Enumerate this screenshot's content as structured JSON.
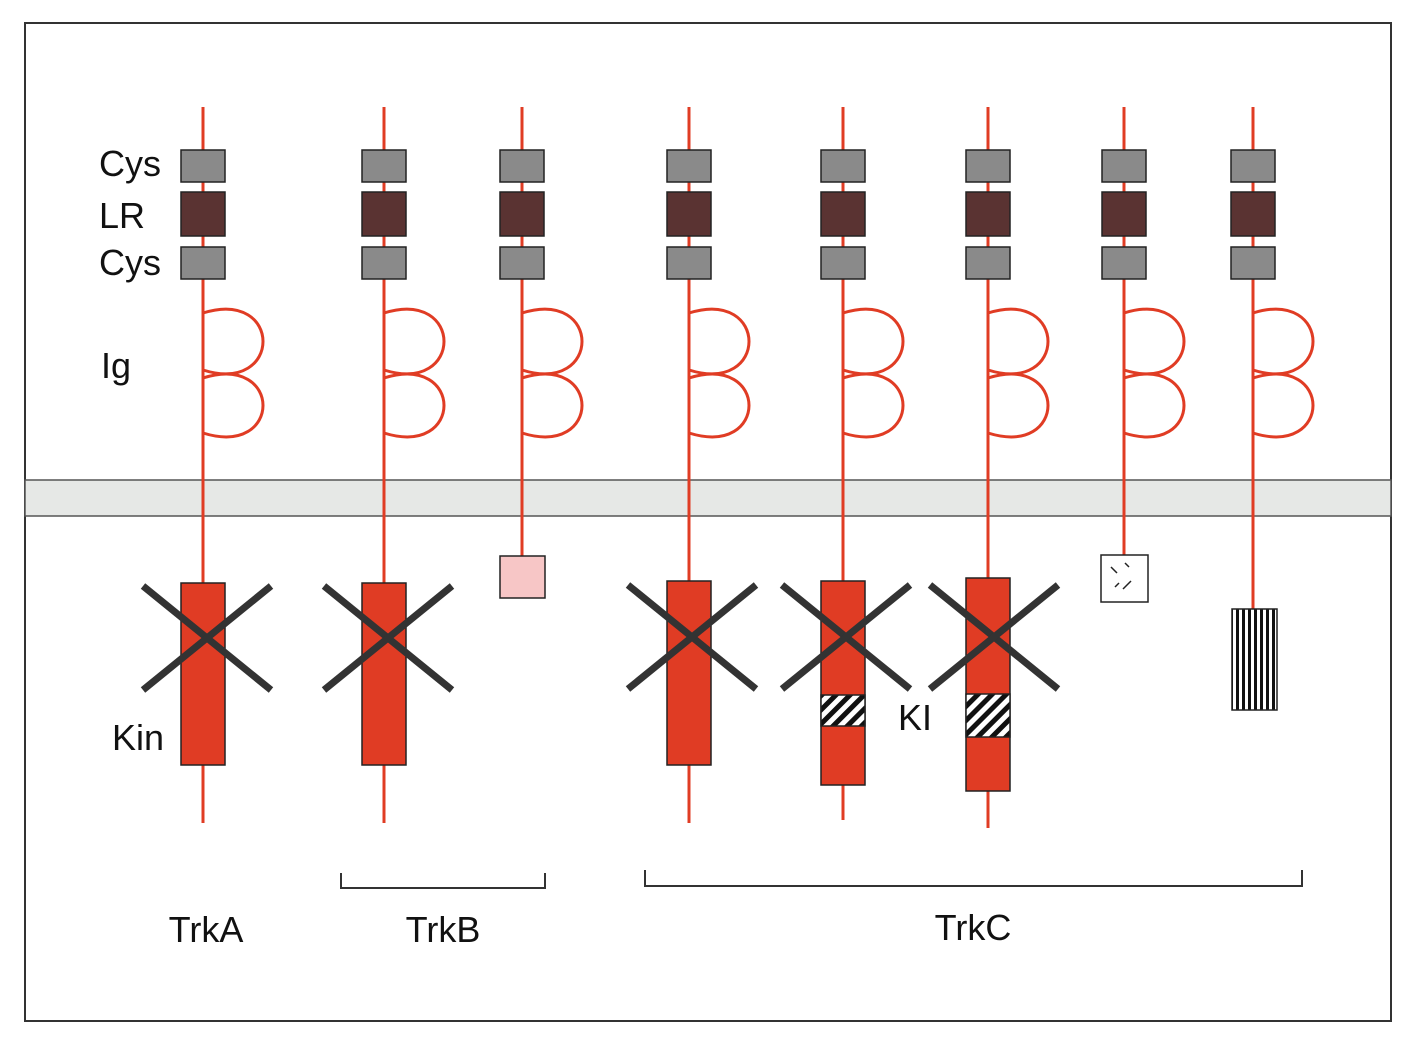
{
  "colors": {
    "stem": "#e03c24",
    "cys": "#8a8a8a",
    "lr": "#5a3332",
    "kinase": "#e03c24",
    "membrane": "#e6e8e6",
    "cross": "#333333",
    "pink": "#f7c6c6"
  },
  "domain_labels": {
    "cys_top": "Cys",
    "lr": "LR",
    "cys_bottom": "Cys",
    "ig": "Ig",
    "kin": "Kin",
    "ki": "KI"
  },
  "groups": [
    {
      "id": "trka",
      "label": "TrkA",
      "bracket": false
    },
    {
      "id": "trkb",
      "label": "TrkB",
      "bracket": true
    },
    {
      "id": "trkc",
      "label": "TrkC",
      "bracket": true
    }
  ],
  "receptors": [
    {
      "id": "trka-full",
      "group": "trka",
      "tail": "kinase",
      "crossed": true,
      "ki": false
    },
    {
      "id": "trkb-full",
      "group": "trkb",
      "tail": "kinase",
      "crossed": true,
      "ki": false
    },
    {
      "id": "trkb-truncated",
      "group": "trkb",
      "tail": "pink-box",
      "crossed": false,
      "ki": false
    },
    {
      "id": "trkc-full",
      "group": "trkc",
      "tail": "kinase",
      "crossed": true,
      "ki": false
    },
    {
      "id": "trkc-ki-1",
      "group": "trkc",
      "tail": "kinase",
      "crossed": true,
      "ki": true
    },
    {
      "id": "trkc-ki-2",
      "group": "trkc",
      "tail": "kinase",
      "crossed": true,
      "ki": true
    },
    {
      "id": "trkc-truncated-dashed",
      "group": "trkc",
      "tail": "dashed-box",
      "crossed": false,
      "ki": false
    },
    {
      "id": "trkc-truncated-striped",
      "group": "trkc",
      "tail": "striped-box",
      "crossed": false,
      "ki": false
    }
  ]
}
